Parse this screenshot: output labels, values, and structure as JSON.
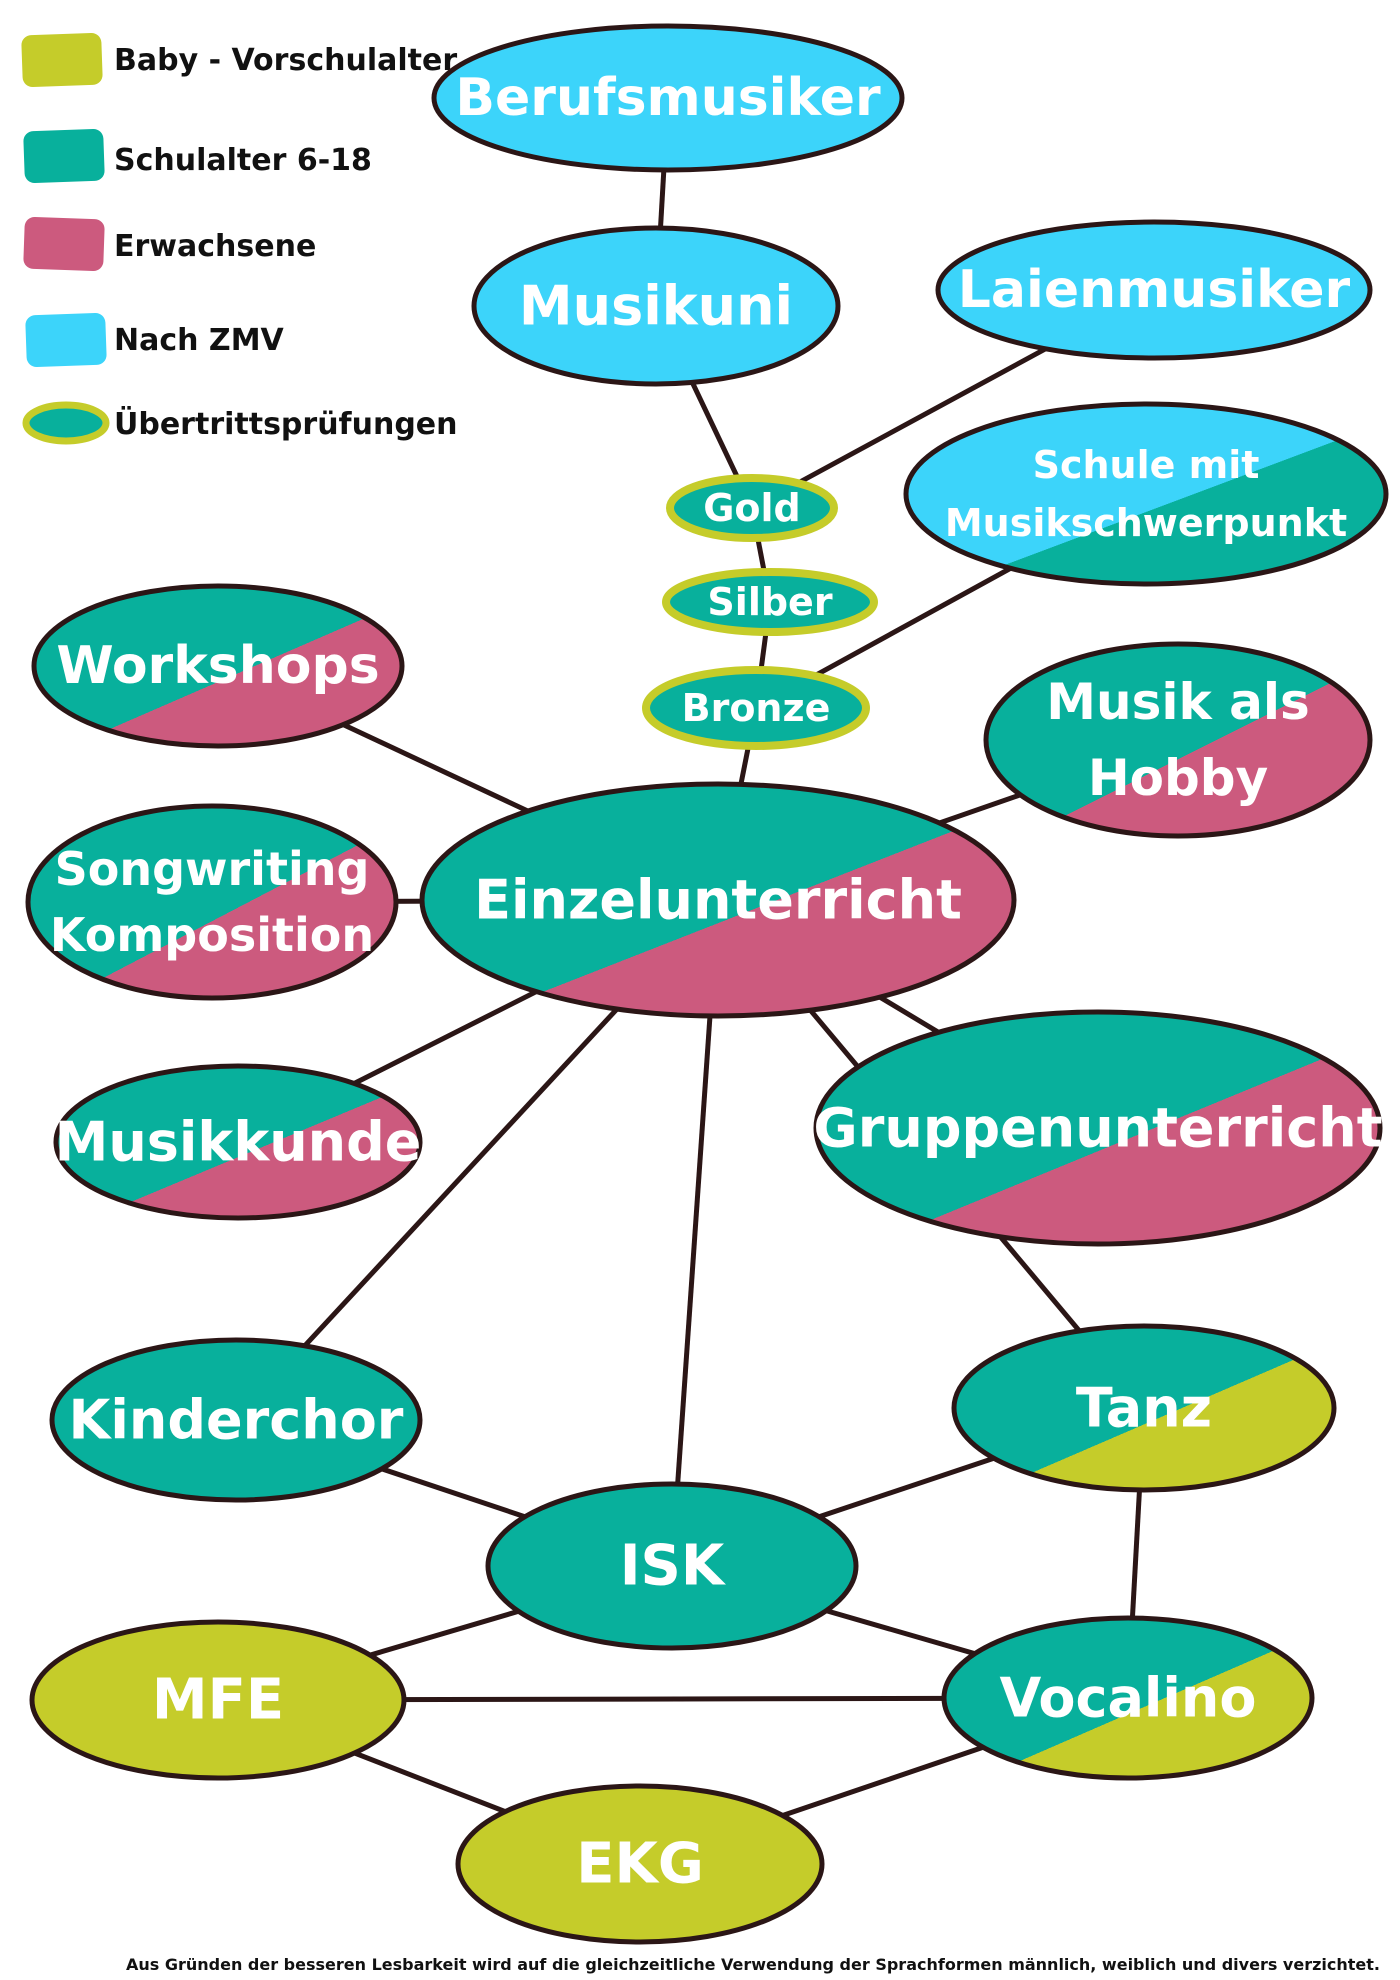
{
  "colors": {
    "baby": "#c5cc2a",
    "school": "#08b09c",
    "adult": "#cc5a7e",
    "zmv": "#3cd4fa",
    "exam_ring": "#c5cc2a",
    "outline": "#2b1616"
  },
  "legend": [
    {
      "key": "baby",
      "label": "Baby - Vorschulalter"
    },
    {
      "key": "school",
      "label": "Schulalter 6-18"
    },
    {
      "key": "adult",
      "label": "Erwachsene"
    },
    {
      "key": "zmv",
      "label": "Nach ZMV"
    },
    {
      "key": "exam",
      "label": "Übertrittsprüfungen"
    }
  ],
  "nodes": {
    "berufsmusiker": {
      "lines": [
        "Berufsmusiker"
      ],
      "fill": [
        "zmv"
      ]
    },
    "musikuni": {
      "lines": [
        "Musikuni"
      ],
      "fill": [
        "zmv"
      ]
    },
    "laienmusiker": {
      "lines": [
        "Laienmusiker"
      ],
      "fill": [
        "zmv"
      ]
    },
    "schule": {
      "lines": [
        "Schule mit",
        "Musikschwerpunkt"
      ],
      "fill": [
        "zmv",
        "school"
      ]
    },
    "gold": {
      "lines": [
        "Gold"
      ],
      "fill": [
        "school"
      ],
      "exam": true
    },
    "silber": {
      "lines": [
        "Silber"
      ],
      "fill": [
        "school"
      ],
      "exam": true
    },
    "bronze": {
      "lines": [
        "Bronze"
      ],
      "fill": [
        "school"
      ],
      "exam": true
    },
    "workshops": {
      "lines": [
        "Workshops"
      ],
      "fill": [
        "school",
        "adult"
      ]
    },
    "hobby": {
      "lines": [
        "Musik als",
        "Hobby"
      ],
      "fill": [
        "school",
        "adult"
      ]
    },
    "songwriting": {
      "lines": [
        "Songwriting",
        "Komposition"
      ],
      "fill": [
        "school",
        "adult"
      ]
    },
    "einzel": {
      "lines": [
        "Einzelunterricht"
      ],
      "fill": [
        "school",
        "adult"
      ]
    },
    "musikkunde": {
      "lines": [
        "Musikkunde"
      ],
      "fill": [
        "school",
        "adult"
      ]
    },
    "gruppen": {
      "lines": [
        "Gruppenunterricht"
      ],
      "fill": [
        "school",
        "adult"
      ]
    },
    "kinderchor": {
      "lines": [
        "Kinderchor"
      ],
      "fill": [
        "school"
      ]
    },
    "tanz": {
      "lines": [
        "Tanz"
      ],
      "fill": [
        "school",
        "baby"
      ]
    },
    "isk": {
      "lines": [
        "ISK"
      ],
      "fill": [
        "school"
      ]
    },
    "mfe": {
      "lines": [
        "MFE"
      ],
      "fill": [
        "baby"
      ]
    },
    "vocalino": {
      "lines": [
        "Vocalino"
      ],
      "fill": [
        "school",
        "baby"
      ]
    },
    "ekg": {
      "lines": [
        "EKG"
      ],
      "fill": [
        "baby"
      ]
    }
  },
  "edges": [
    [
      "berufsmusiker",
      "musikuni"
    ],
    [
      "musikuni",
      "gold"
    ],
    [
      "laienmusiker",
      "gold"
    ],
    [
      "gold",
      "silber"
    ],
    [
      "silber",
      "bronze"
    ],
    [
      "schule",
      "bronze"
    ],
    [
      "bronze",
      "einzel"
    ],
    [
      "hobby",
      "einzel"
    ],
    [
      "workshops",
      "einzel"
    ],
    [
      "songwriting",
      "einzel"
    ],
    [
      "musikkunde",
      "einzel"
    ],
    [
      "gruppen",
      "einzel"
    ],
    [
      "einzel",
      "kinderchor"
    ],
    [
      "einzel",
      "isk"
    ],
    [
      "einzel",
      "tanz"
    ],
    [
      "kinderchor",
      "isk"
    ],
    [
      "tanz",
      "isk"
    ],
    [
      "tanz",
      "vocalino"
    ],
    [
      "isk",
      "mfe"
    ],
    [
      "isk",
      "vocalino"
    ],
    [
      "mfe",
      "vocalino"
    ],
    [
      "mfe",
      "ekg"
    ],
    [
      "vocalino",
      "ekg"
    ]
  ],
  "footnote": "Aus Gründen der besseren Lesbarkeit wird auf die gleichzeitliche Verwendung der Sprachformen männlich, weiblich und divers verzichtet."
}
